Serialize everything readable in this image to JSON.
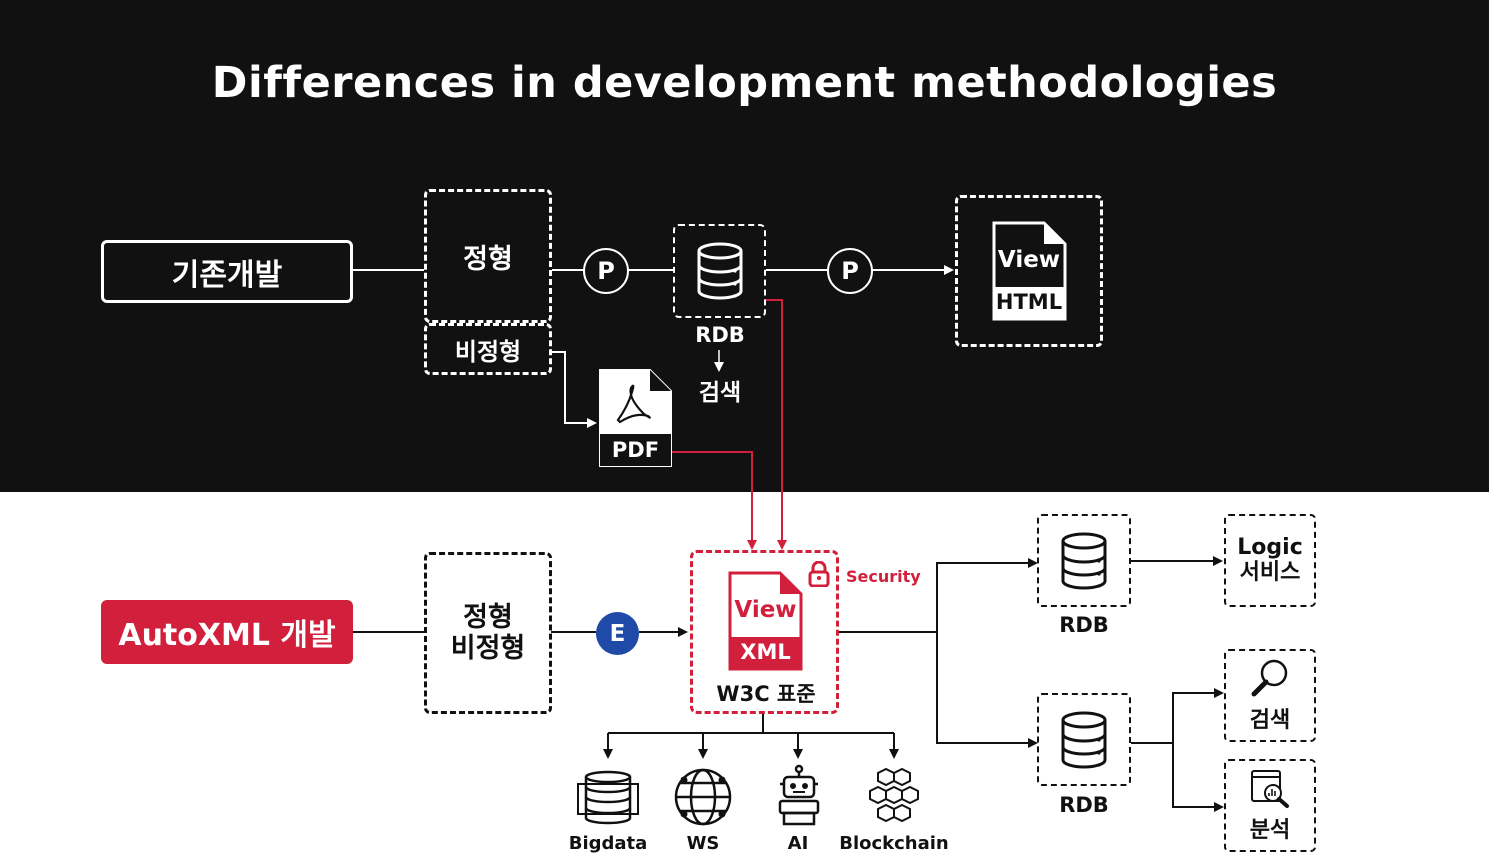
{
  "title": "Differences in development methodologies",
  "legacy": {
    "label": "기존개발",
    "structured": "정형",
    "unstructured": "비정형",
    "p1": "P",
    "p2": "P",
    "rdb": "RDB",
    "search": "검색",
    "pdf": "PDF",
    "view_top": "View",
    "view_bottom": "HTML"
  },
  "autoxml": {
    "label": "AutoXML 개발",
    "input_line1": "정형",
    "input_line2": "비정형",
    "e_badge": "E",
    "doc_top": "View",
    "doc_bottom": "XML",
    "standard": "W3C 표준",
    "security": "Security",
    "rdb1": "RDB",
    "rdb2": "RDB",
    "logic_line1": "Logic",
    "logic_line2": "서비스",
    "search": "검색",
    "analysis": "분석",
    "targets": [
      "Bigdata",
      "WS",
      "AI",
      "Blockchain"
    ]
  },
  "colors": {
    "accent": "#d21f3c",
    "dark_bg": "#111111",
    "e_badge": "#1f4aa8"
  },
  "icons": [
    "database-icon",
    "pdf-file-icon",
    "document-icon",
    "lock-icon",
    "search-icon",
    "analysis-icon",
    "bigdata-icon",
    "globe-icon",
    "robot-icon",
    "blockchain-icon"
  ]
}
